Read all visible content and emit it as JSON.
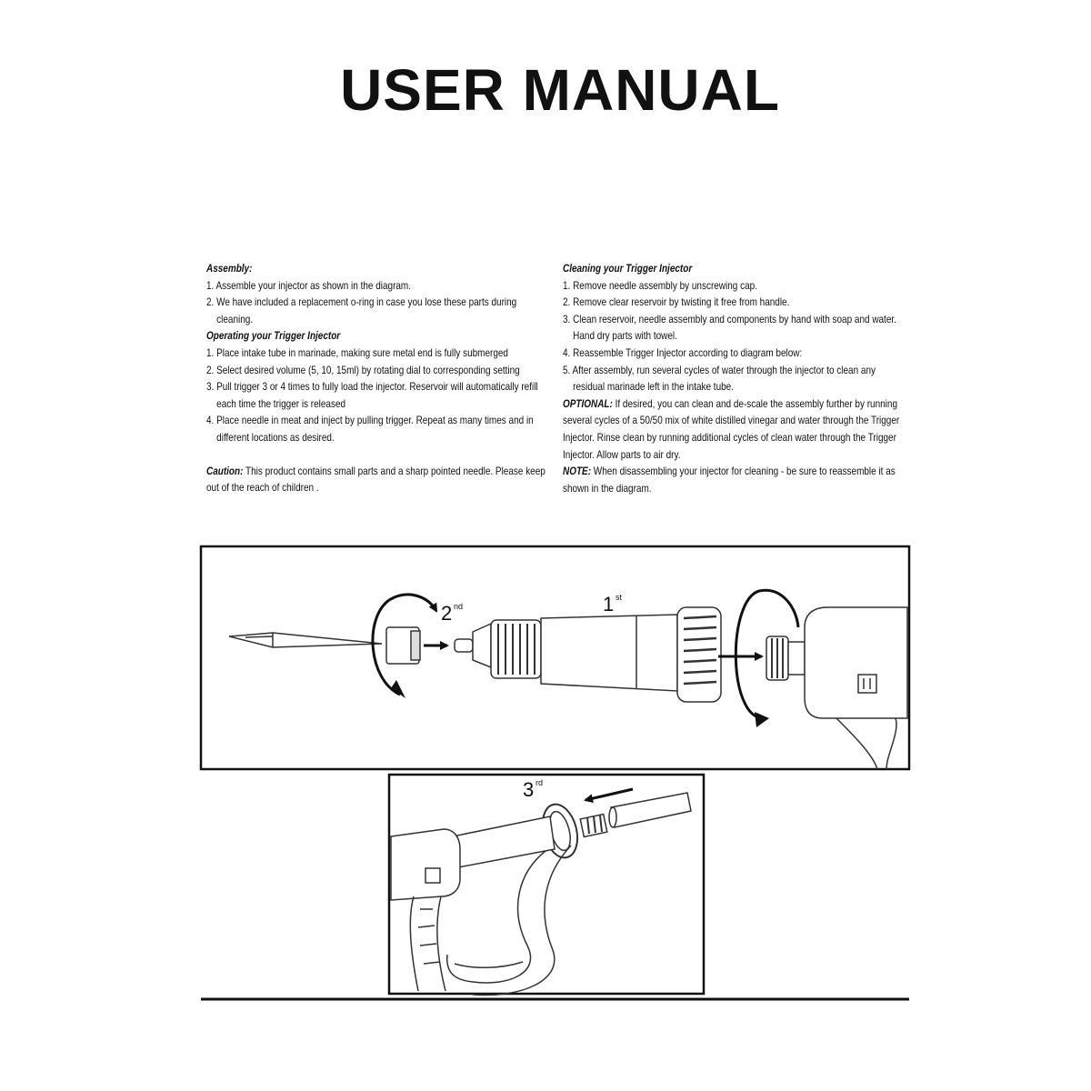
{
  "title": "USER MANUAL",
  "assembly": {
    "heading": "Assembly:",
    "items": [
      "1. Assemble your injector as shown in the diagram.",
      "2. We have included a replacement o-ring in case you lose these parts during cleaning."
    ]
  },
  "operating": {
    "heading": "Operating your Trigger Injector",
    "items": [
      "1. Place intake tube in marinade, making sure metal end is fully submerged",
      "2. Select desired volume (5, 10, 15ml) by rotating dial to corresponding setting",
      "3. Pull trigger 3 or 4 times to fully load the injector.  Reservoir will automatically refill each time the trigger is released",
      "4. Place needle in meat and inject by pulling trigger.  Repeat as many times and in different locations as desired."
    ]
  },
  "caution": {
    "label": "Caution:",
    "text": "This product contains small parts and a sharp pointed needle. Please keep out of the reach of children ."
  },
  "cleaning": {
    "heading": "Cleaning your Trigger Injector",
    "items": [
      "1. Remove needle assembly by unscrewing cap.",
      "2. Remove clear reservoir by twisting it free from handle.",
      "3. Clean reservoir, needle assembly and components by hand with soap and water.  Hand dry parts with towel.",
      "4. Reassemble Trigger Injector according to diagram below:",
      "5. After assembly, run several cycles of water through the injector to clean any residual marinade left in the intake tube."
    ]
  },
  "optional": {
    "label": "OPTIONAL:",
    "text": " If desired, you can clean and de-scale the assembly further by running several cycles of a 50/50 mix of white distilled vinegar and water through the Trigger Injector.  Rinse clean by running additional cycles of clean water through the Trigger Injector.  Allow parts to air dry."
  },
  "note": {
    "label": "NOTE:",
    "text": " When disassembling your injector for cleaning - be sure to reassemble it as shown in the diagram."
  },
  "diagram": {
    "step1_num": "1",
    "step1_sup": "st",
    "step2_num": "2",
    "step2_sup": "nd",
    "step3_num": "3",
    "step3_sup": "rd"
  }
}
